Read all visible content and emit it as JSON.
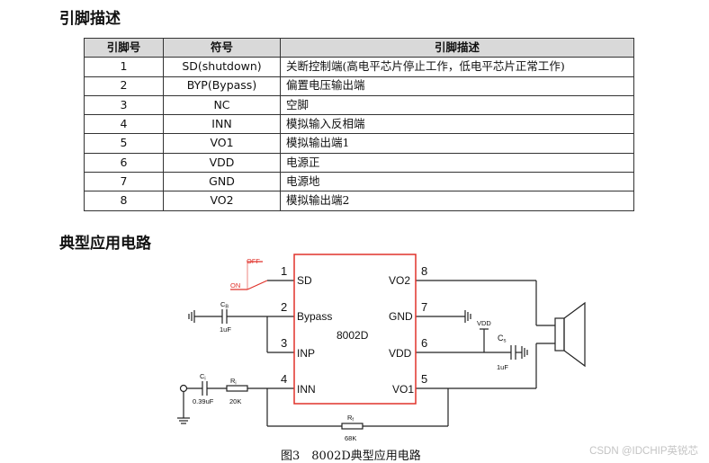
{
  "section1_title": "引脚描述",
  "section2_title": "典型应用电路",
  "table": {
    "headers": [
      "引脚号",
      "符号",
      "引脚描述"
    ],
    "rows": [
      {
        "pin": "1",
        "symbol": "SD(shutdown)",
        "desc": "关断控制端(高电平芯片停止工作，低电平芯片正常工作)"
      },
      {
        "pin": "2",
        "symbol": "BYP(Bypass)",
        "desc": "偏置电压输出端"
      },
      {
        "pin": "3",
        "symbol": "NC",
        "desc": "空脚"
      },
      {
        "pin": "4",
        "symbol": "INN",
        "desc": "模拟输入反相端"
      },
      {
        "pin": "5",
        "symbol": "VO1",
        "desc": "模拟输出端1"
      },
      {
        "pin": "6",
        "symbol": "VDD",
        "desc": "电源正"
      },
      {
        "pin": "7",
        "symbol": "GND",
        "desc": "电源地"
      },
      {
        "pin": "8",
        "symbol": "VO2",
        "desc": "模拟输出端2"
      }
    ]
  },
  "circuit": {
    "chip_name": "8002D",
    "left_pins": [
      {
        "num": "1",
        "label": "SD"
      },
      {
        "num": "2",
        "label": "Bypass"
      },
      {
        "num": "3",
        "label": "INP"
      },
      {
        "num": "4",
        "label": "INN"
      }
    ],
    "right_pins": [
      {
        "num": "8",
        "label": "VO2"
      },
      {
        "num": "7",
        "label": "GND"
      },
      {
        "num": "6",
        "label": "VDD"
      },
      {
        "num": "5",
        "label": "VO1"
      }
    ],
    "switch_off": "OFF",
    "switch_on": "ON",
    "cb_name": "C",
    "cb_sub": "B",
    "cb_value": "1uF",
    "ci_name": "C",
    "ci_sub": "i",
    "ci_value": "0.39uF",
    "ri_name": "R",
    "ri_sub": "i",
    "ri_value": "20K",
    "rf_name": "R",
    "rf_sub": "f",
    "rf_value": "68K",
    "cs_name": "C",
    "cs_sub": "s",
    "cs_value": "1uF",
    "vdd_label": "VDD",
    "accent_color": "#e0322a"
  },
  "caption": "图3　8002D典型应用电路",
  "watermark": "CSDN @IDCHIP英锐芯"
}
